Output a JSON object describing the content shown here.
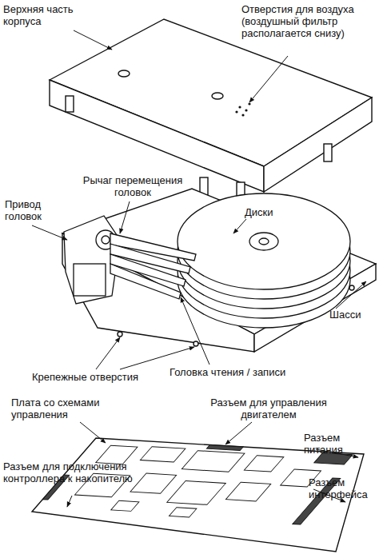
{
  "diagram": {
    "labels": [
      "Верхняя часть корпуса",
      "Отверстия для воздуха (воздушный фильтр располагается снизу)",
      "Рычаг перемещения головок",
      "Привод головок",
      "Диски",
      "Шасси",
      "Крепежные отверстия",
      "Головка чтения / записи",
      "Плата со схемами управления",
      "Разъем для управления двигателем",
      "Разъем питания",
      "Разъем для подключения контроллера к накопителю",
      "Разъем интерфейса"
    ]
  }
}
